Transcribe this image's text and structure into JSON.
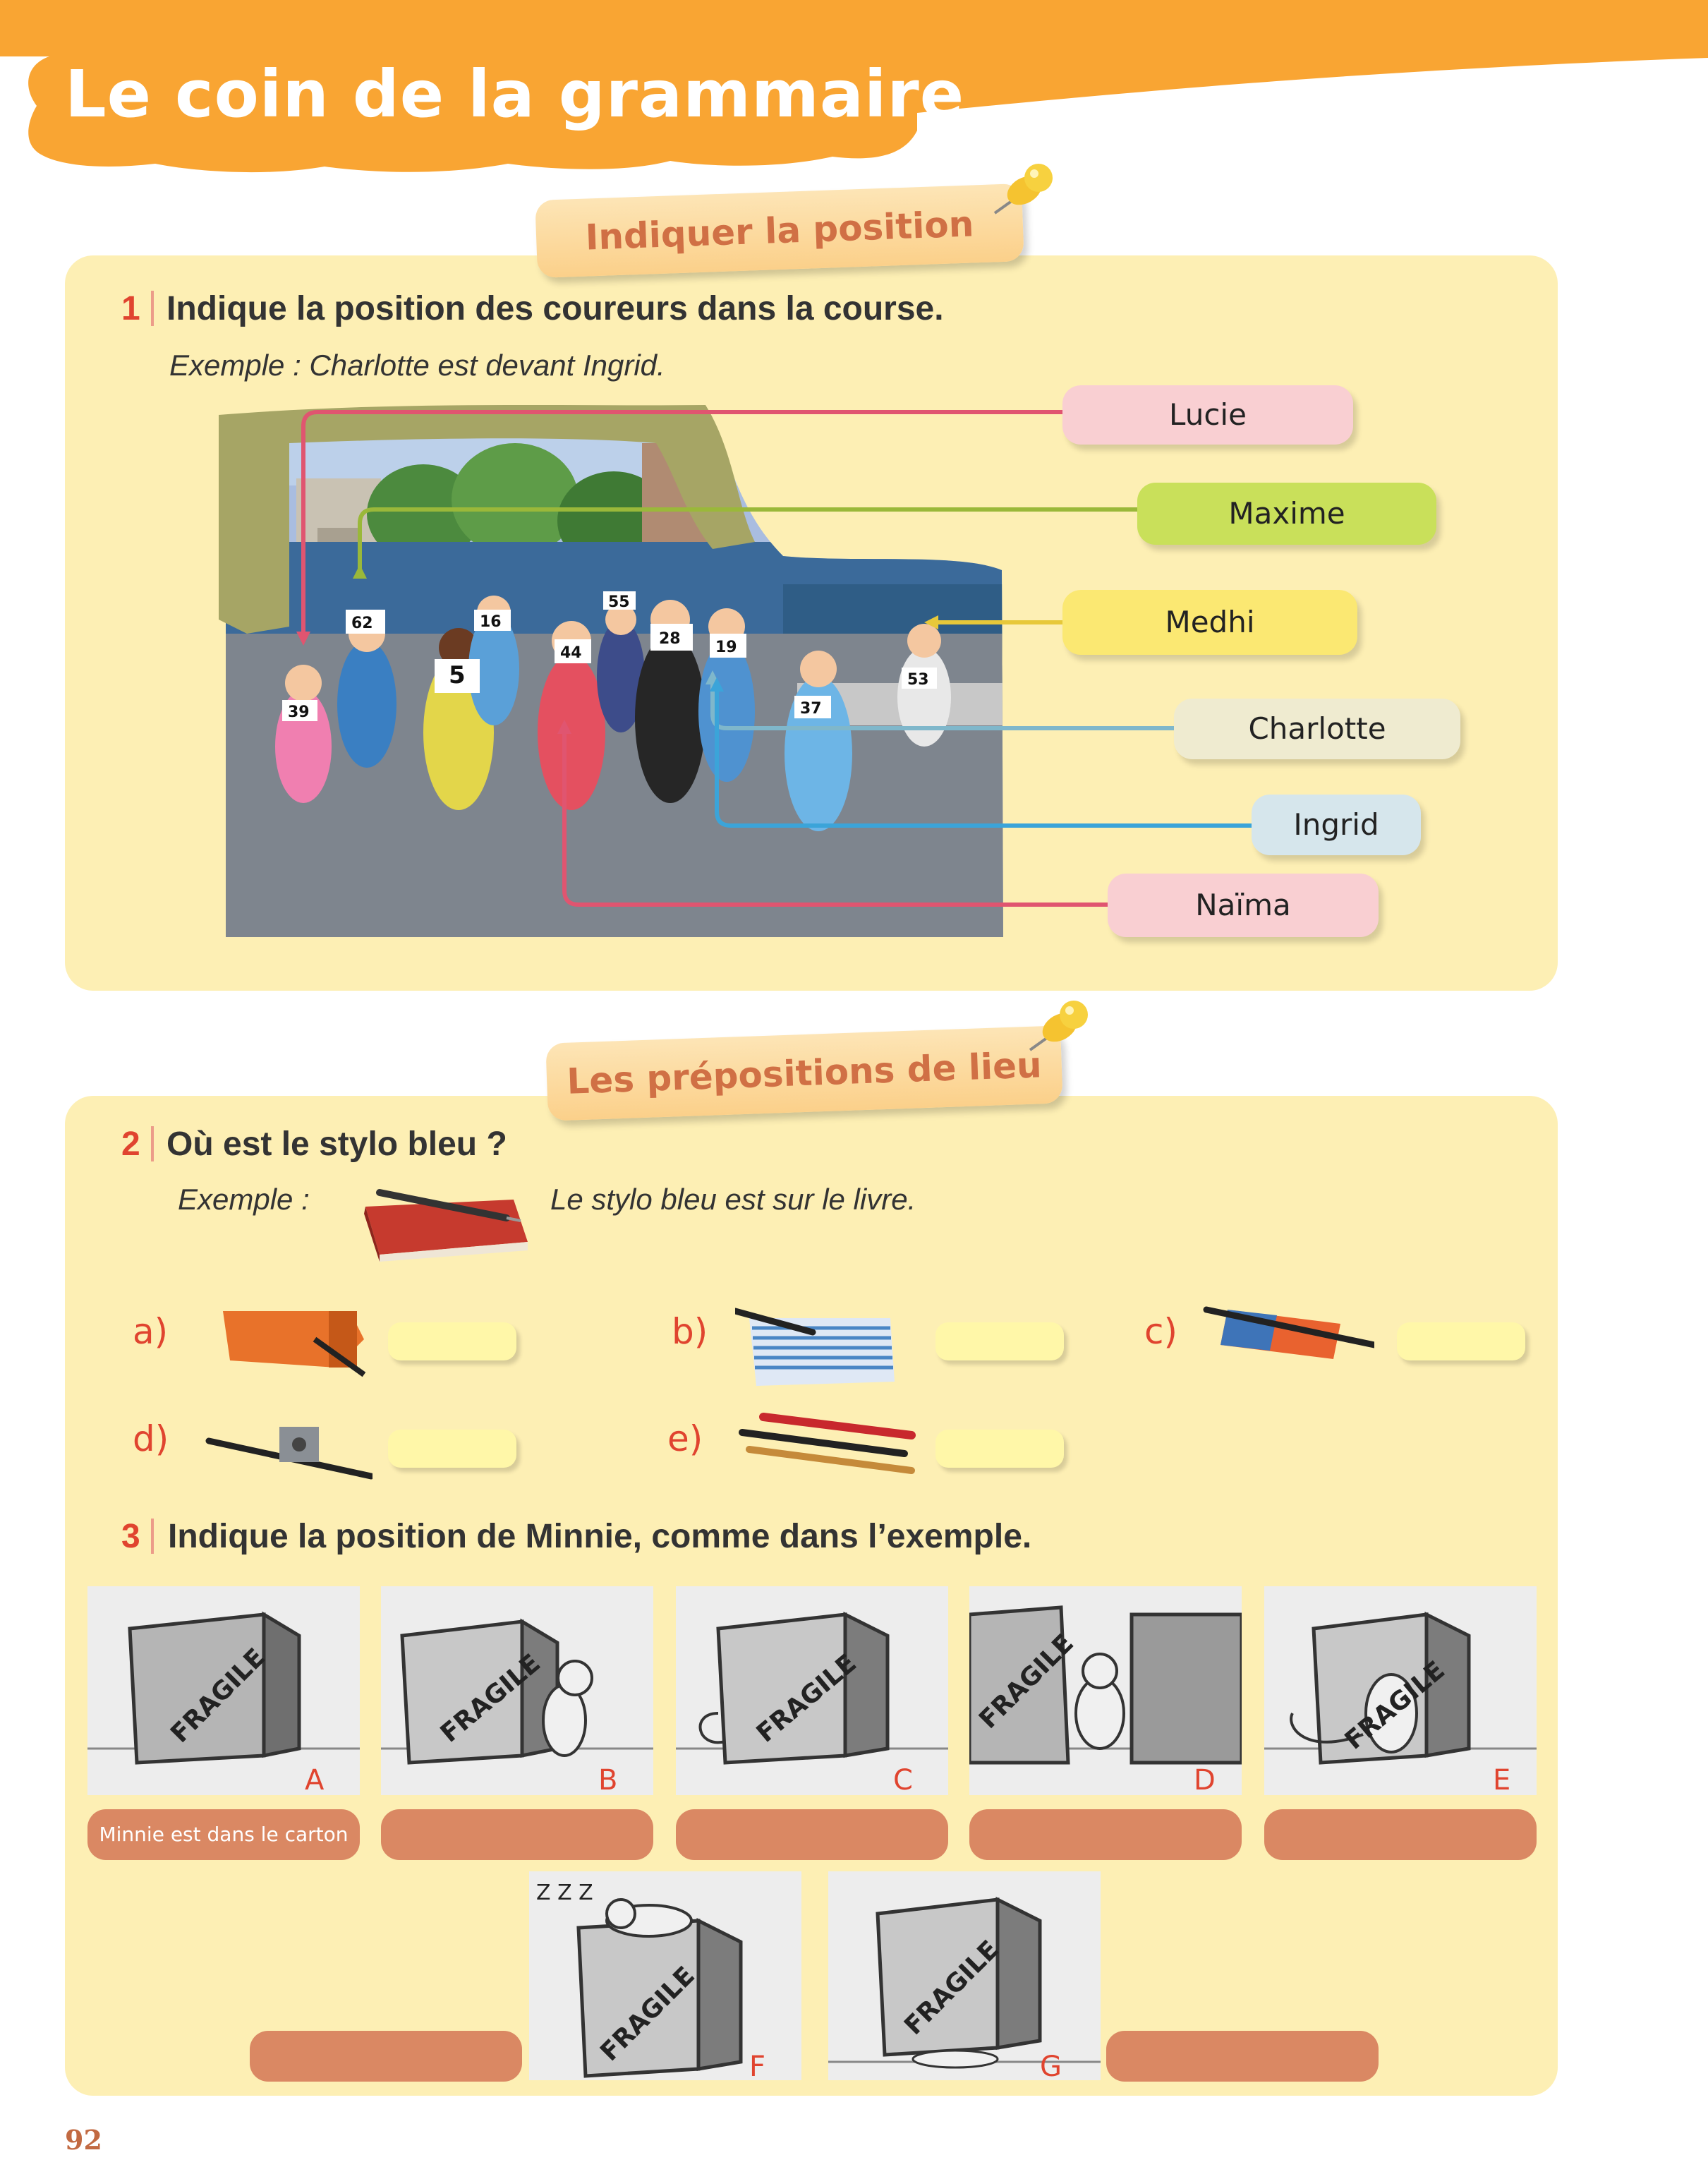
{
  "header": {
    "title": "Le coin de la grammaire"
  },
  "section1": {
    "tab": "Indiquer la position",
    "exercise": {
      "number": "1",
      "instruction": "Indique la position des coureurs dans la course.",
      "example": "Exemple : Charlotte est devant Ingrid.",
      "runners": [
        {
          "name": "Lucie",
          "color": "#f9cfd2"
        },
        {
          "name": "Maxime",
          "color": "#c9e05a"
        },
        {
          "name": "Medhi",
          "color": "#fbe872"
        },
        {
          "name": "Charlotte",
          "color": "#efebd0"
        },
        {
          "name": "Ingrid",
          "color": "#d6e6ec"
        },
        {
          "name": "Naïma",
          "color": "#f9cfd2"
        }
      ],
      "bibs": [
        "62",
        "16",
        "55",
        "28",
        "19",
        "5",
        "44",
        "39",
        "37",
        "53"
      ]
    }
  },
  "section2": {
    "tab": "Les prépositions de lieu",
    "exercise2": {
      "number": "2",
      "instruction": "Où est le stylo bleu ?",
      "example_label": "Exemple :",
      "example_answer": "Le stylo bleu est sur le livre.",
      "items": [
        "a)",
        "b)",
        "c)",
        "d)",
        "e)"
      ]
    },
    "exercise3": {
      "number": "3",
      "instruction": "Indique la position de Minnie, comme dans l’exemple.",
      "box_label": "FRAGILE",
      "sleep_text": "Z Z Z",
      "example_answer": "Minnie est dans le carton",
      "pictures": [
        "A",
        "B",
        "C",
        "D",
        "E",
        "F",
        "G"
      ]
    }
  },
  "footer": {
    "page_number": "92"
  }
}
